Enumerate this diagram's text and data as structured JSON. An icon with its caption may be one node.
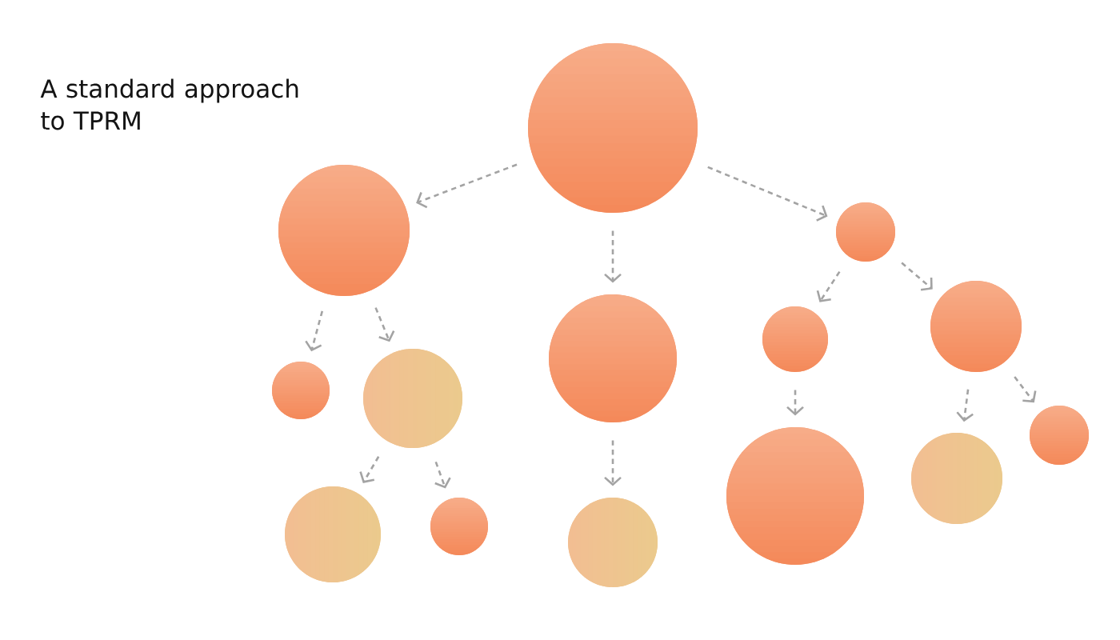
{
  "diagram": {
    "title": "A standard approach to TPRM",
    "nodes": [
      {
        "text": [],
        "shape": "circle"
      },
      {
        "text": [],
        "shape": "circle"
      },
      {
        "text": [],
        "shape": "circle"
      },
      {
        "text": [],
        "shape": "circle"
      },
      {
        "text": [],
        "shape": "circle"
      },
      {
        "text": [],
        "shape": "circle"
      },
      {
        "text": [],
        "shape": "circle"
      },
      {
        "text": [],
        "shape": "circle"
      },
      {
        "text": [],
        "shape": "circle"
      },
      {
        "text": [],
        "shape": "circle"
      },
      {
        "text": [],
        "shape": "circle"
      },
      {
        "text": [],
        "shape": "circle"
      },
      {
        "text": [],
        "shape": "circle"
      },
      {
        "text": [],
        "shape": "circle"
      }
    ],
    "edges": [
      {
        "from": 0,
        "to": 1,
        "arrow": "to",
        "style": "dashed"
      },
      {
        "from": 0,
        "to": 2,
        "arrow": "to",
        "style": "dashed"
      },
      {
        "from": 0,
        "to": 3,
        "arrow": "to",
        "style": "dashed"
      },
      {
        "from": 1,
        "to": 4,
        "arrow": "to",
        "style": "dashed"
      },
      {
        "from": 1,
        "to": 5,
        "arrow": "to",
        "style": "dashed"
      },
      {
        "from": 2,
        "to": 6,
        "arrow": "to",
        "style": "dashed"
      },
      {
        "from": 3,
        "to": 7,
        "arrow": "to",
        "style": "dashed"
      },
      {
        "from": 3,
        "to": 8,
        "arrow": "to",
        "style": "dashed"
      },
      {
        "from": 5,
        "to": 9,
        "arrow": "to",
        "style": "dashed"
      },
      {
        "from": 5,
        "to": 10,
        "arrow": "to",
        "style": "dashed"
      },
      {
        "from": 7,
        "to": 11,
        "arrow": "to",
        "style": "dashed"
      },
      {
        "from": 8,
        "to": 12,
        "arrow": "to",
        "style": "dashed"
      },
      {
        "from": 8,
        "to": 13,
        "arrow": "to",
        "style": "dashed"
      }
    ]
  }
}
